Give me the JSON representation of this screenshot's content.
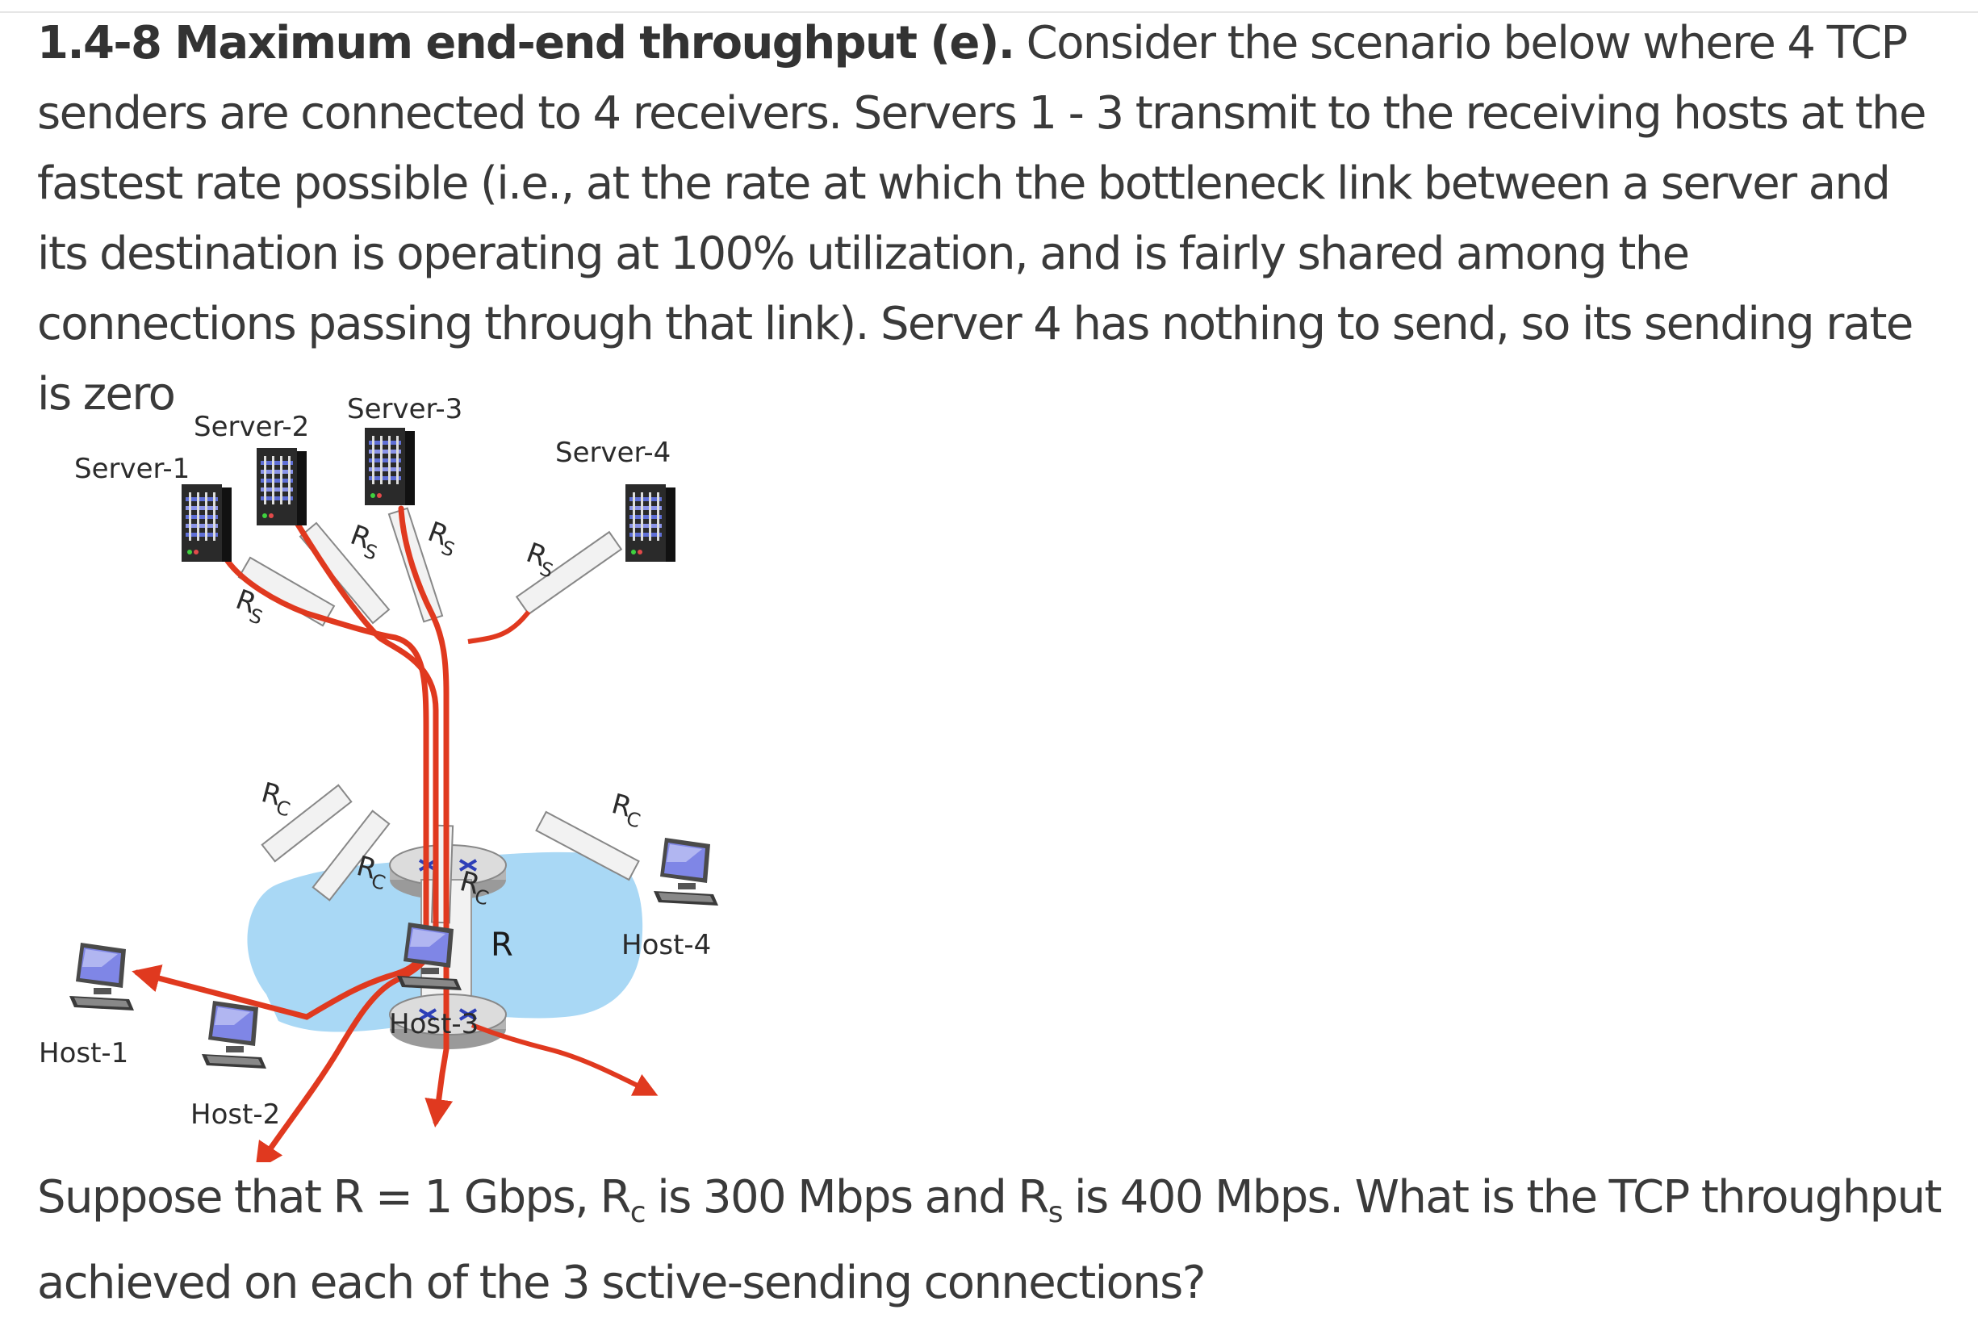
{
  "problem": {
    "title": "1.4-8 Maximum end-end throughput (e).",
    "body": " Consider the scenario below where 4 TCP senders are connected to 4  receivers.  Servers 1 - 3  transmit to the receiving hosts at the fastest rate possible (i.e., at the rate at which the bottleneck link between a server and its destination is operating at 100% utilization, and is fairly shared among the connections passing through that link).  Server 4 has nothing to send, so its sending rate is zero"
  },
  "diagram": {
    "servers": [
      "Server-1",
      "Server-2",
      "Server-3",
      "Server-4"
    ],
    "hosts": [
      "Host-1",
      "Host-2",
      "Host-3",
      "Host-4"
    ],
    "server_link_label": "R",
    "server_link_sub": "S",
    "client_link_label": "R",
    "client_link_sub": "C",
    "core_link_label": "R"
  },
  "question": {
    "p1": "Suppose that R = 1 Gbps, R",
    "sub_c": "c",
    "p2": " is 300 Mbps and R",
    "sub_s": "s",
    "p3": " is 400 Mbps.  What is the TCP throughput achieved on each of the 3 sctive-sending connections?"
  },
  "colors": {
    "flow": "#e0391f",
    "cloud": "#a9d8f5",
    "link_fill": "#f2f2f2",
    "server_body": "#2a2a2a",
    "screen": "#7f86e6"
  }
}
